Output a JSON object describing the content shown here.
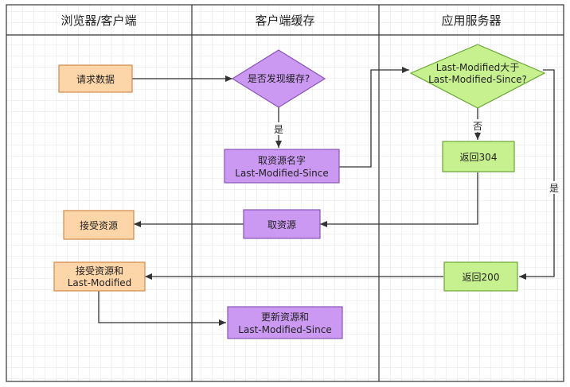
{
  "lanes": [
    {
      "title": "浏览器/客户端"
    },
    {
      "title": "客户端缓存"
    },
    {
      "title": "应用服务器"
    }
  ],
  "nodes": {
    "request": {
      "lines": [
        "请求数据"
      ]
    },
    "cache_check": {
      "lines": [
        "是否发现缓存?"
      ]
    },
    "take_name": {
      "lines": [
        "取资源名字",
        "Last-Modified-Since"
      ]
    },
    "compare": {
      "lines": [
        "Last-Modified大于",
        "Last-Modified-Since?"
      ]
    },
    "return304": {
      "lines": [
        "返回304"
      ]
    },
    "take_resource": {
      "lines": [
        "取资源"
      ]
    },
    "accept1": {
      "lines": [
        "接受资源"
      ]
    },
    "accept2": {
      "lines": [
        "接受资源和",
        "Last-Modified"
      ]
    },
    "return200": {
      "lines": [
        "返回200"
      ]
    },
    "update": {
      "lines": [
        "更新资源和",
        "Last-Modified-Since"
      ]
    }
  },
  "edge_labels": {
    "yes_cache": "是",
    "no_compare": "否",
    "yes_compare": "是"
  },
  "colors": {
    "orange_fill": "#fcd5a8",
    "orange_stroke": "#d08a4a",
    "purple_fill": "#cc99f2",
    "purple_stroke": "#8a55b8",
    "green_fill": "#c7f08f",
    "green_stroke": "#6aa534",
    "line": "#333333",
    "grid": "#e8e8e8"
  }
}
